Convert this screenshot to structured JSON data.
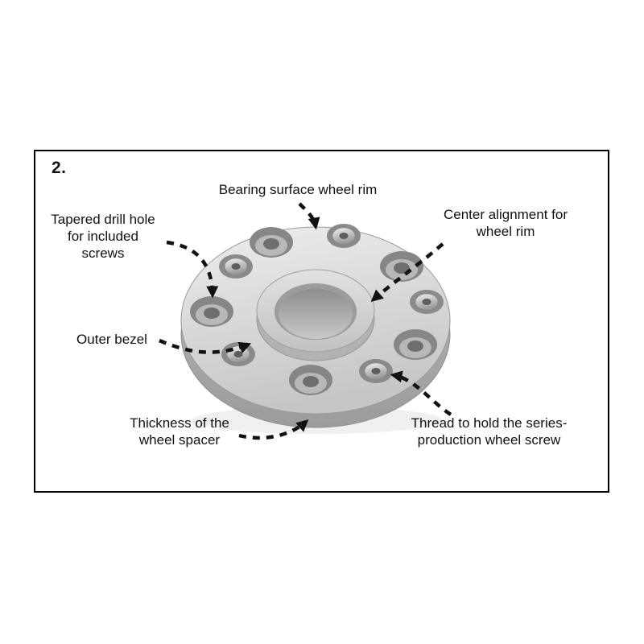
{
  "diagram": {
    "step_label": "2.",
    "labels": {
      "bearing_surface": "Bearing surface wheel rim",
      "tapered_drill_hole": "Tapered drill hole\nfor included\nscrews",
      "center_alignment": "Center alignment for\nwheel rim",
      "outer_bezel": "Outer bezel",
      "thickness": "Thickness of the\nwheel spacer",
      "thread": "Thread to hold the series-\nproduction wheel screw"
    },
    "colors": {
      "frame_border": "#000000",
      "text": "#111111",
      "arrow": "#111111",
      "disc_top": "#d9d9d9",
      "disc_side": "#aeaeae",
      "metal": "#c9c9c9"
    }
  }
}
